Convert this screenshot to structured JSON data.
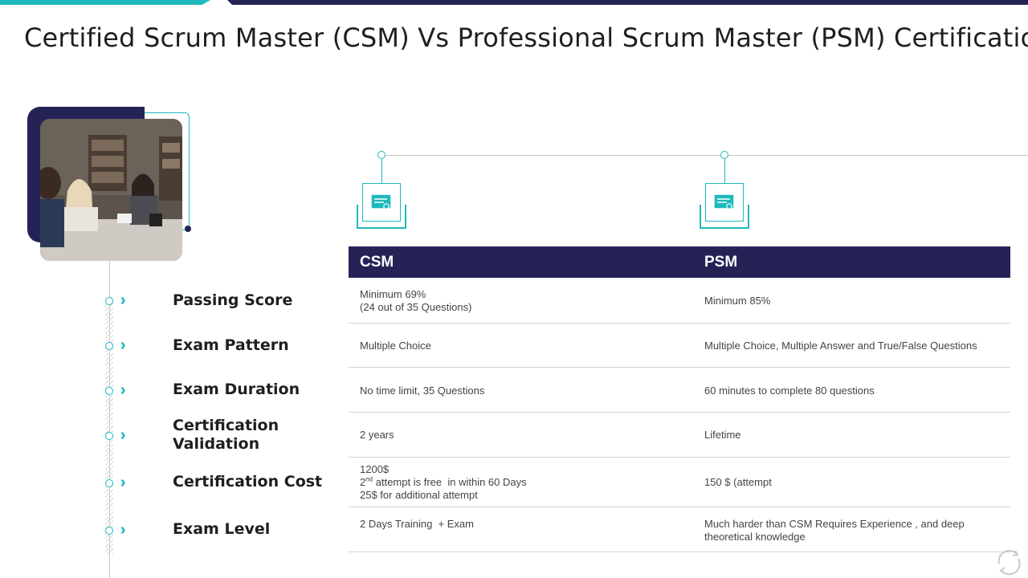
{
  "title": "Certified Scrum Master (CSM) Vs Professional Scrum Master (PSM) Certification",
  "colors": {
    "navy": "#252356",
    "teal": "#1fb9bd"
  },
  "photo": {
    "alt": "Team members in a meeting around a table"
  },
  "icons": {
    "row_marker": "double-chevron-right-icon",
    "certificate": "certificate-icon",
    "logo": "recycle-logo-icon"
  },
  "table": {
    "headers": {
      "csm": "CSM",
      "psm": "PSM"
    },
    "rows": [
      {
        "label": "Passing Score",
        "csm": "Minimum 69%\n(24 out of 35 Questions)",
        "psm": "Minimum 85%"
      },
      {
        "label": "Exam Pattern",
        "csm": "Multiple Choice",
        "psm": "Multiple Choice, Multiple Answer and True/False Questions"
      },
      {
        "label": "Exam Duration",
        "csm": "No time limit, 35 Questions",
        "psm": "60 minutes to complete 80 questions"
      },
      {
        "label": "Certification Validation",
        "csm": "2 years",
        "psm": "Lifetime"
      },
      {
        "label": "Certification Cost",
        "csm_line1": "1200$",
        "csm_line2_prefix": "2",
        "csm_line2_sup": "nd",
        "csm_line2_suffix": " attempt is free  in within 60 Days",
        "csm_line3": "25$ for additional attempt",
        "psm": "150 $ (attempt"
      },
      {
        "label": "Exam Level",
        "csm": "2 Days Training  + Exam",
        "psm": "Much harder than CSM Requires Experience , and deep theoretical knowledge"
      }
    ]
  }
}
